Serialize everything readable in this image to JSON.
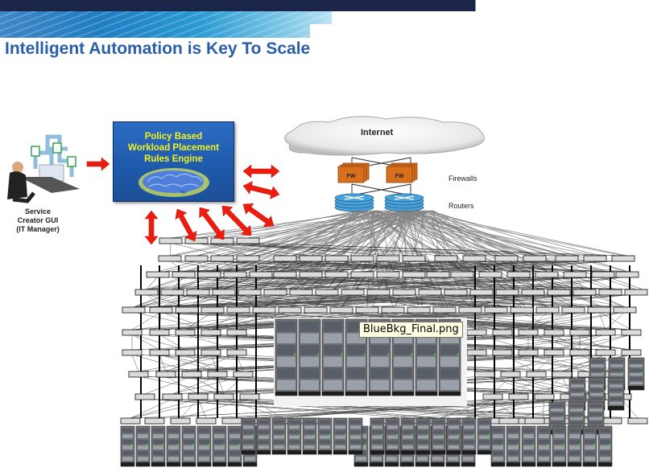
{
  "slide": {
    "title": "Intelligent Automation is Key To Scale",
    "colors": {
      "top_bar": "#1b2549",
      "title": "#2a5ea6",
      "engine_box": "#1f5cae",
      "engine_text": "#f4f21c",
      "arrow": "#ee1c0e",
      "firewall": "#d86f1c",
      "router": "#4aa3d8"
    }
  },
  "diagram": {
    "service_creator": {
      "label_lines": [
        "Service",
        "Creator GUI",
        "(IT Manager)"
      ],
      "icon": "person-at-computer-icon"
    },
    "rules_engine": {
      "label_lines": [
        "Policy Based",
        "Workload Placement",
        "Rules Engine"
      ],
      "icon": "brain-icon"
    },
    "internet": {
      "label": "Internet",
      "icon": "cloud-icon"
    },
    "firewalls": {
      "label": "Firewalls",
      "devices": [
        "FW",
        "FW"
      ]
    },
    "routers": {
      "label": "Routers",
      "count": 2
    },
    "datacenter": {
      "icon": "server-rack-icon"
    }
  },
  "tooltip": {
    "text": "BlueBkg_Final.png"
  }
}
